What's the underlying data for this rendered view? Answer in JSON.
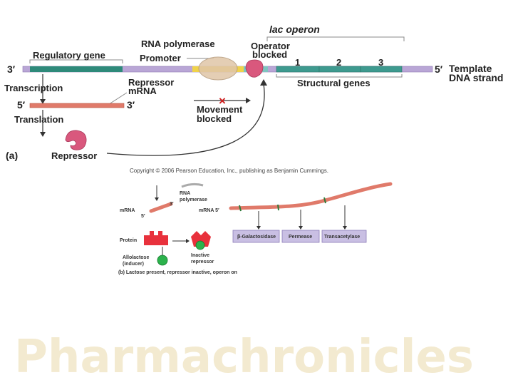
{
  "watermark": "Pharmachronicles",
  "panel_a": {
    "lac_operon": "lac operon",
    "rna_polymerase": "RNA polymerase",
    "regulatory_gene": "Regulatory gene",
    "promoter": "Promoter",
    "operator_blocked_1": "Operator",
    "operator_blocked_2": "blocked",
    "three_prime_left": "3′",
    "five_prime_right": "5′",
    "template_1": "Template",
    "template_2": "DNA strand",
    "gene_1": "1",
    "gene_2": "2",
    "gene_3": "3",
    "structural_genes": "Structural genes",
    "transcription": "Transcription",
    "repressor_mrna_1": "Repressor",
    "repressor_mrna_2": "mRNA",
    "mrna_5": "5′",
    "mrna_3": "3′",
    "translation": "Translation",
    "movement_1": "Movement",
    "movement_2": "blocked",
    "x_mark": "×",
    "repressor": "Repressor",
    "panel_label": "(a)",
    "copyright": "Copyright © 2006 Pearson Education, Inc., publishing as Benjamin Cummings."
  },
  "panel_b": {
    "rna_polymerase_1": "RNA",
    "rna_polymerase_2": "polymerase",
    "mrna_left": "mRNA",
    "mrna_3": "3′",
    "mrna_5": "5′",
    "mrna_right": "mRNA 5′",
    "protein": "Protein",
    "allolactose_1": "Allolactose",
    "allolactose_2": "(inducer)",
    "inactive_1": "Inactive",
    "inactive_2": "repressor",
    "beta_gal": "β-Galactosidase",
    "permease": "Permease",
    "transacetylase": "Transacetylase",
    "caption": "(b) Lactose present, repressor inactive, operon on"
  },
  "colors": {
    "dna": "#b9a6d6",
    "regulatory": "#2e8a7a",
    "structural": "#3e9a8f",
    "promoter": "#f0d34a",
    "mrna": "#e07a6a",
    "repressor": "#d9587d",
    "polymerase": "#e0c6a8",
    "enzyme_box": "#c9bfe3",
    "inducer": "#2bb24c",
    "protein_red": "#e8313c",
    "watermark": "#f3ead0"
  }
}
